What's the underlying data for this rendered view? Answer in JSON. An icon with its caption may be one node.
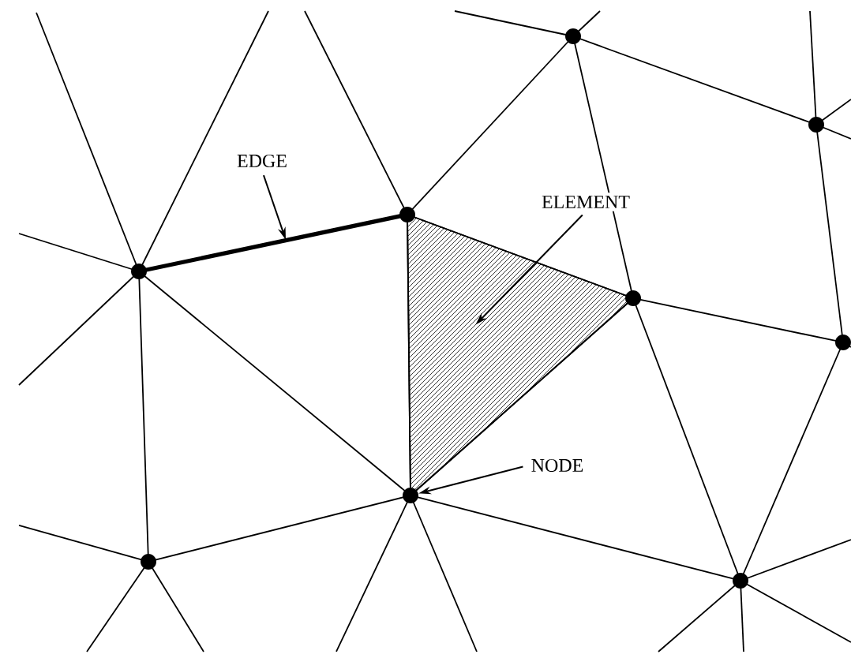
{
  "diagram": {
    "nodes": [
      {
        "text": [
          "EDGE"
        ]
      },
      {
        "text": [
          "ELEMENT"
        ]
      },
      {
        "text": [
          "NODE"
        ]
      },
      {
        "text": [],
        "shape": "triangle"
      },
      {
        "text": [],
        "shape": "circle"
      }
    ],
    "edges": [
      {
        "from": 0,
        "to": null,
        "arrow": "to"
      },
      {
        "from": 1,
        "to": 3,
        "arrow": "to"
      },
      {
        "from": 2,
        "to": 4,
        "arrow": "to"
      }
    ]
  }
}
